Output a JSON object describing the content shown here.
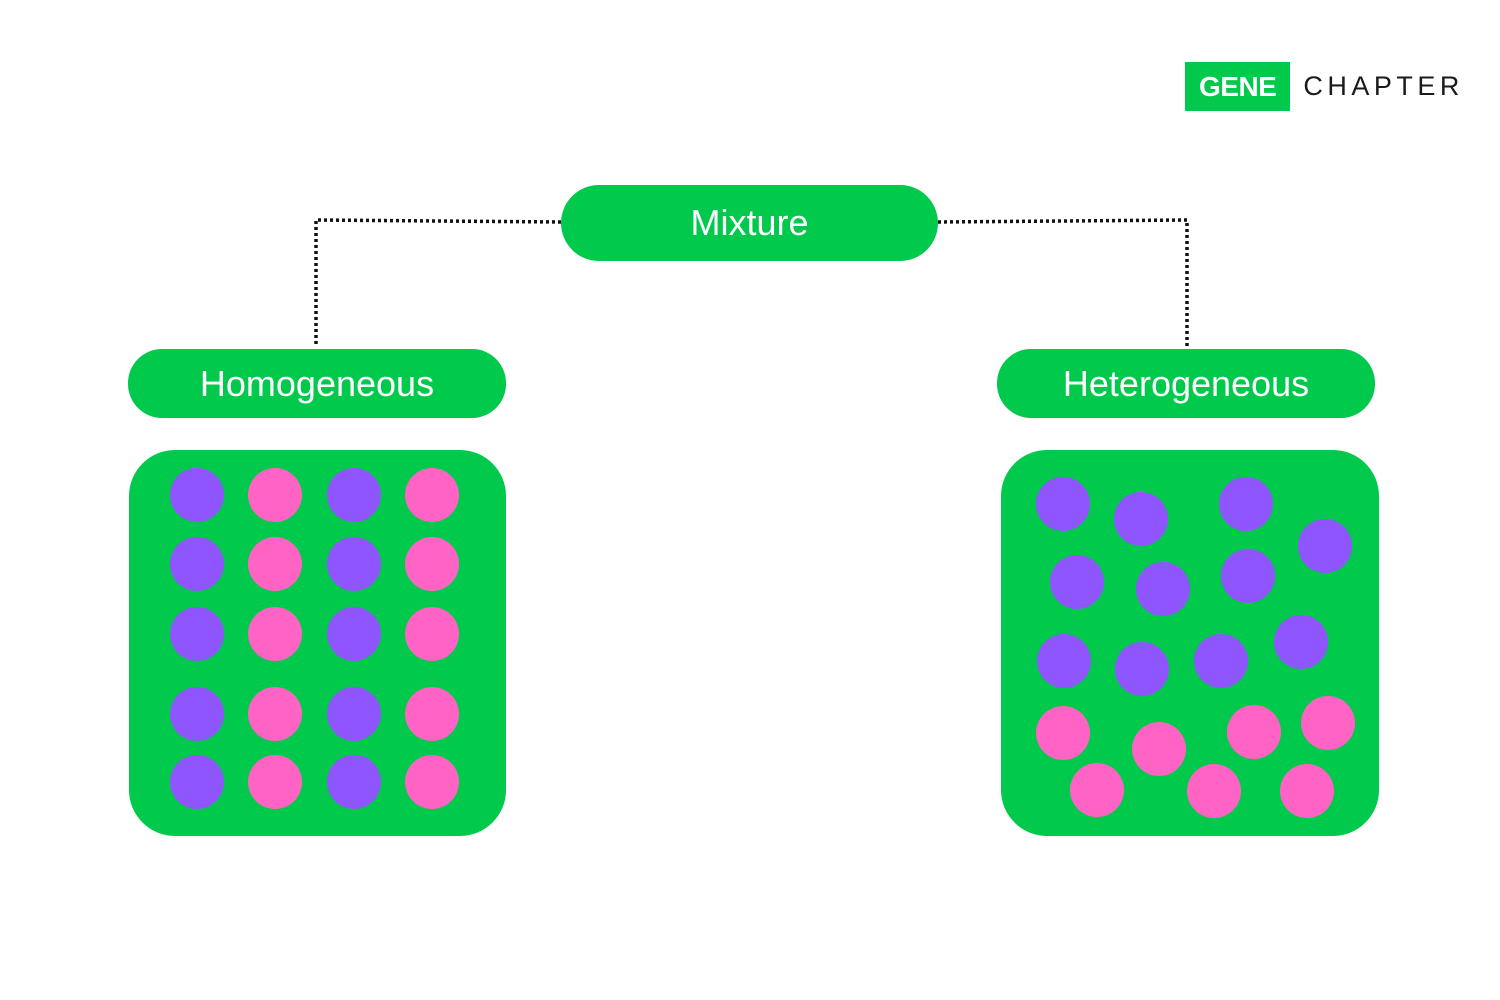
{
  "logo": {
    "brand_box": "GENE",
    "brand_text": "CHAPTER",
    "color": "#00c94c"
  },
  "diagram": {
    "root": "Mixture",
    "left_branch": "Homogeneous",
    "right_branch": "Heterogeneous"
  },
  "colors": {
    "accent": "#00c94c",
    "particle_a": "#8f55ff",
    "particle_b": "#ff64c4",
    "connector": "#111111"
  }
}
